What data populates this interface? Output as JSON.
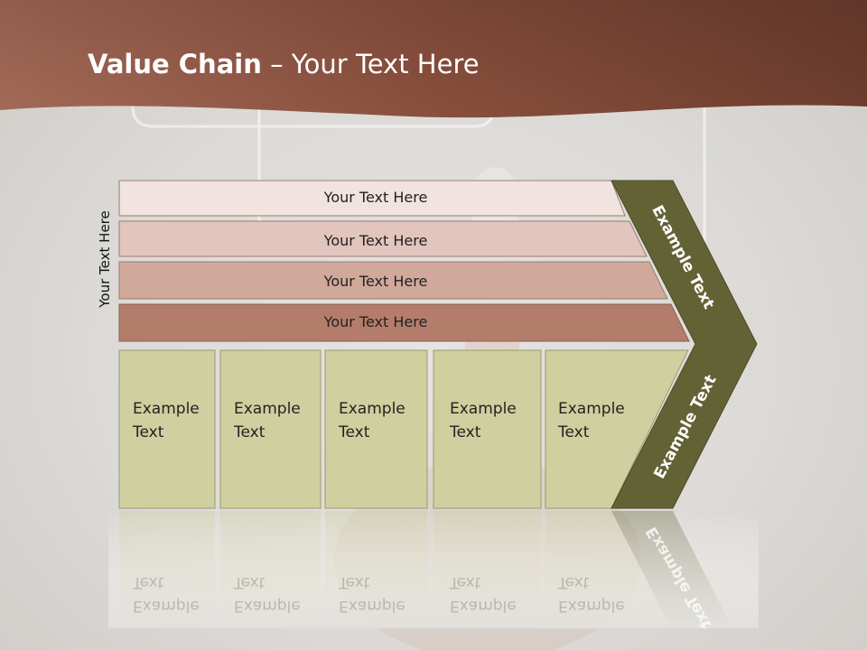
{
  "title": {
    "bold": "Value Chain",
    "rest": " – Your Text Here"
  },
  "side_label": "Your Text Here",
  "bands": [
    {
      "label": "Your Text Here",
      "color": "#f0e3e0"
    },
    {
      "label": "Your Text Here",
      "color": "#e2c5bc"
    },
    {
      "label": "Your Text Here",
      "color": "#d1a99b"
    },
    {
      "label": "Your Text Here",
      "color": "#b47d6b"
    }
  ],
  "columns": [
    {
      "line1": "Example",
      "line2": "Text"
    },
    {
      "line1": "Example",
      "line2": "Text"
    },
    {
      "line1": "Example",
      "line2": "Text"
    },
    {
      "line1": "Example",
      "line2": "Text"
    },
    {
      "line1": "Example",
      "line2": "Text"
    }
  ],
  "chevron": {
    "upper": "Example Text",
    "lower": "Example Text"
  },
  "colors": {
    "header": "#9a5a48",
    "column_fill": "#cfcf9f",
    "chevron_fill": "#636235"
  }
}
